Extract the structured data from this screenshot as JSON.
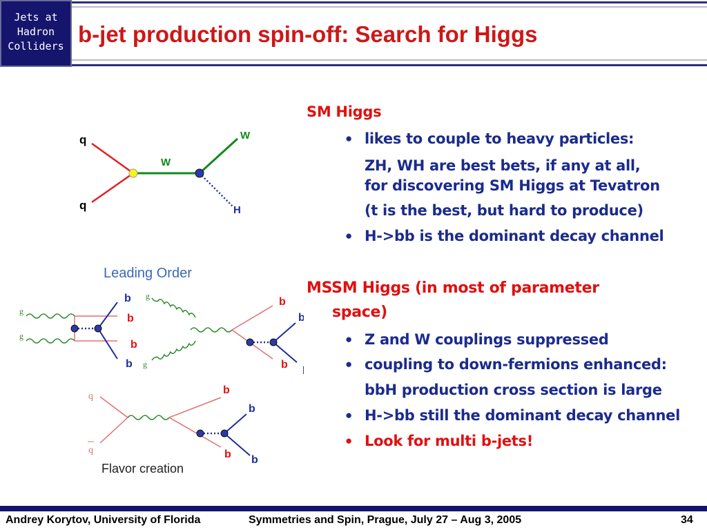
{
  "header": {
    "logo_lines": [
      "Jets at",
      "Hadron",
      "Colliders"
    ],
    "title": "b-jet production spin-off: Search for Higgs"
  },
  "sm": {
    "heading": "SM Higgs",
    "bullet1": "likes to couple to heavy particles:",
    "line2": "ZH, WH are best bets, if  any at all,",
    "line3": "for discovering SM Higgs at Tevatron",
    "line4": "(t is the best, but hard to produce)",
    "bullet2": "H->bb is the dominant decay channel"
  },
  "mssm": {
    "heading1": "MSSM Higgs (in most of  parameter",
    "heading2": "space)",
    "bullet1": "Z and W couplings suppressed",
    "bullet2": "coupling to down-fermions enhanced:",
    "line3": "bbH production cross section is large",
    "bullet3": "H->bb still the dominant decay channel",
    "bullet4": "Look for multi b-jets!"
  },
  "feynman_top": {
    "q1": "q",
    "q2": "q",
    "w_mid": "W",
    "w_out": "W",
    "h": "H"
  },
  "diagrams": {
    "leading_order": "Leading Order",
    "flavor_creation": "Flavor creation",
    "g": "g",
    "b": "b",
    "q": "q",
    "qbar": "q"
  },
  "footer": {
    "author": "Andrey Korytov, University of Florida",
    "event": "Symmetries and Spin, Prague, July 27 – Aug 3, 2005",
    "page": "34"
  }
}
